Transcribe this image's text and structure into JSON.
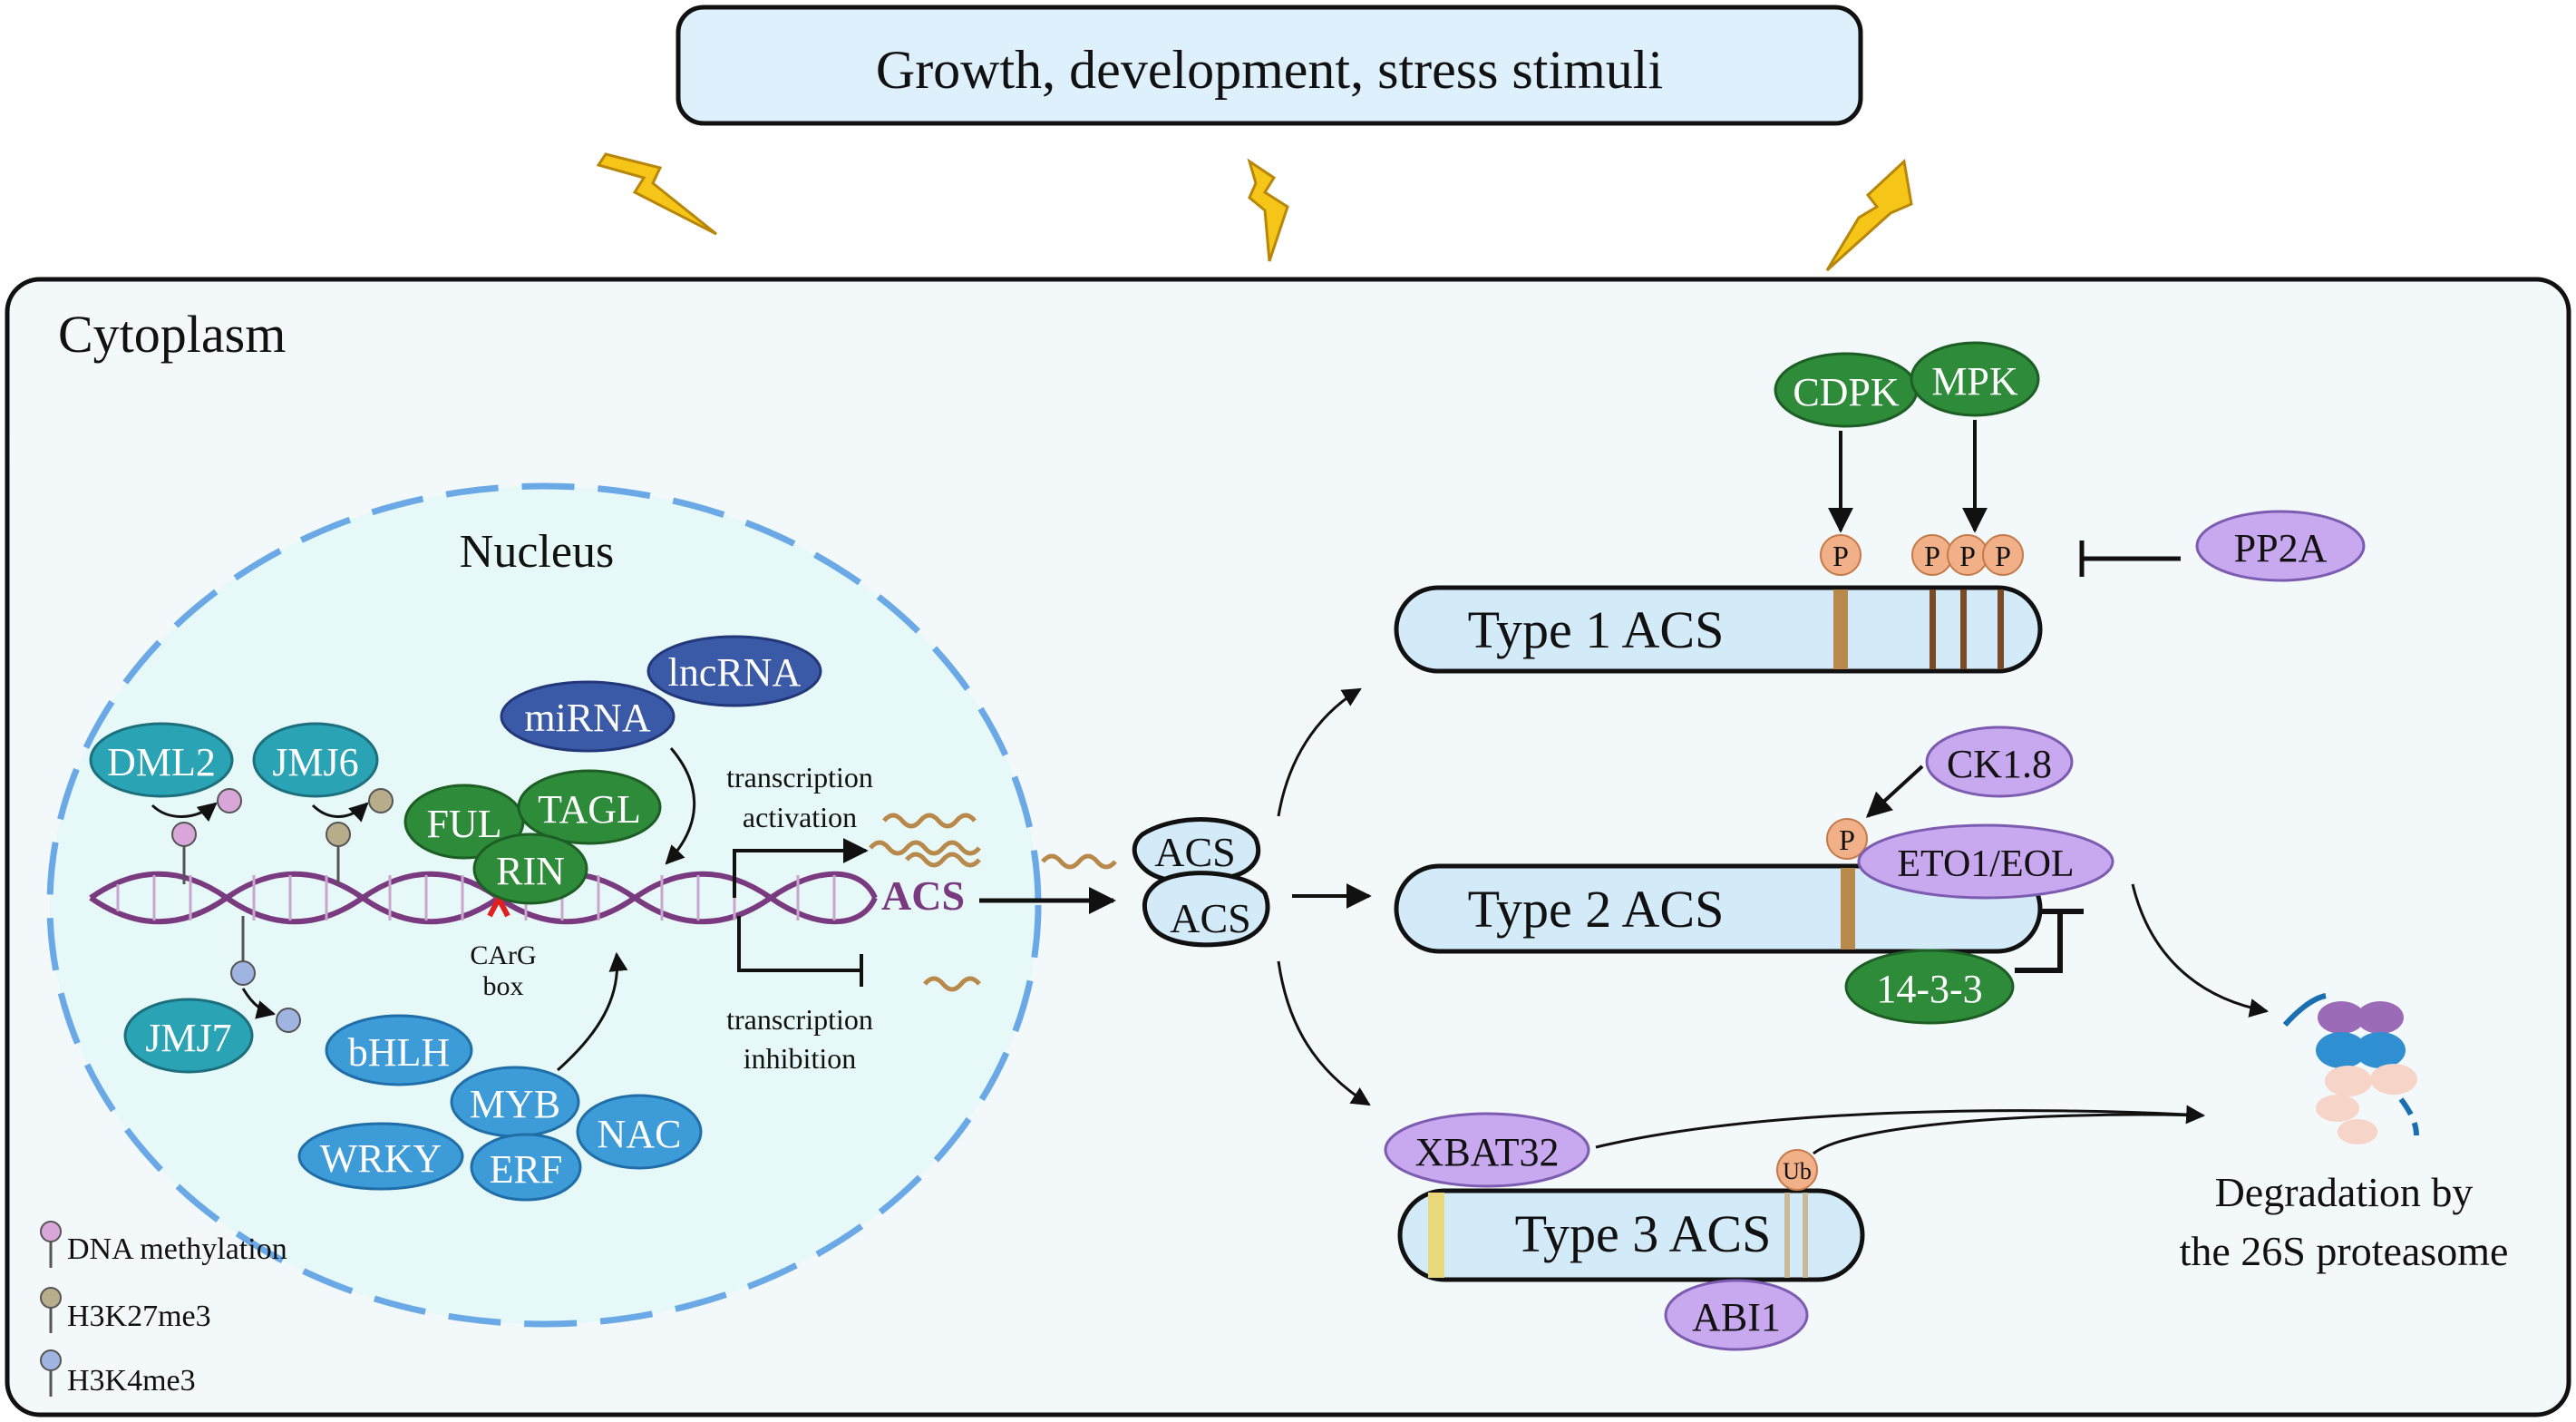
{
  "header": {
    "label": "Growth, development, stress stimuli"
  },
  "compartments": {
    "cytoplasm": "Cytoplasm",
    "nucleus": "Nucleus"
  },
  "nucleus": {
    "rna_regulators": {
      "mirna": "miRNA",
      "lncrna": "lncRNA"
    },
    "epigenetic": {
      "dml2": "DML2",
      "jmj6": "JMJ6",
      "jmj7": "JMJ7"
    },
    "mads": {
      "ful": "FUL",
      "tagl": "TAGL",
      "rin": "RIN"
    },
    "tf": {
      "bhlh": "bHLH",
      "myb": "MYB",
      "nac": "NAC",
      "wrky": "WRKY",
      "erf": "ERF"
    },
    "cis_element": {
      "line1": "CArG",
      "line2": "box"
    },
    "gene": "ACS",
    "activation": {
      "line1": "transcription",
      "line2": "activation"
    },
    "inhibition": {
      "line1": "transcription",
      "line2": "inhibition"
    }
  },
  "dimer": {
    "top": "ACS",
    "bottom": "ACS"
  },
  "type1": {
    "label": "Type 1 ACS",
    "kinase_a": "CDPK",
    "kinase_b": "MPK",
    "phosphatase": "PP2A",
    "p_sites": [
      "P",
      "P",
      "P",
      "P"
    ]
  },
  "type2": {
    "label": "Type 2 ACS",
    "kinase": "CK1.8",
    "p_site": "P",
    "e3": "ETO1/EOL",
    "stabilizer": "14-3-3"
  },
  "type3": {
    "label": "Type 3 ACS",
    "e3": "XBAT32",
    "ub": "Ub",
    "partner": "ABI1"
  },
  "degradation": {
    "line1": "Degradation by",
    "line2": "the 26S proteasome"
  },
  "legend": {
    "items": [
      {
        "label": "DNA methylation",
        "color": "#d9a6d9"
      },
      {
        "label": "H3K27me3",
        "color": "#b8ad8a"
      },
      {
        "label": "H3K4me3",
        "color": "#9fb4e0"
      }
    ]
  },
  "colors": {
    "green": "#2e8b3a",
    "teal": "#2aa3b5",
    "blue_tf": "#3d9bd8",
    "dark_blue": "#3a5aa8",
    "purple": "#c8a8ee",
    "acs_box": "#d3eaf8",
    "lightning": "#f5c518",
    "dna": "#7a3a80"
  }
}
